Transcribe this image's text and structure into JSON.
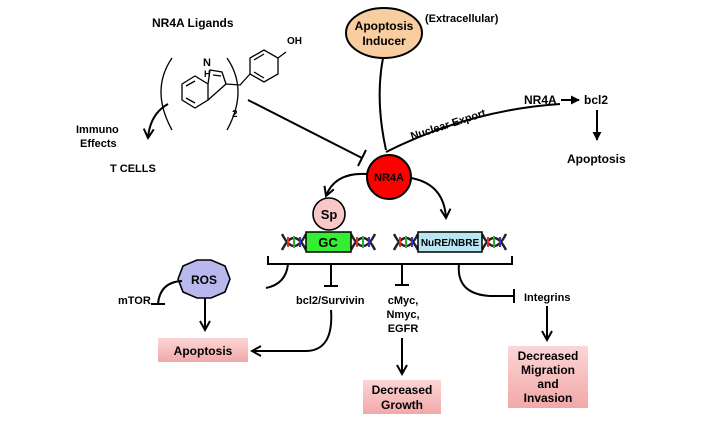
{
  "ligands": {
    "title": "NR4A Ligands",
    "nh": "N",
    "h": "H",
    "oh": "OH",
    "subscript": "2"
  },
  "inducer": {
    "line1": "Apoptosis",
    "line2": "Inducer",
    "note": "(Extracellular)"
  },
  "immuno": {
    "line1": "Immuno",
    "line2": "Effects"
  },
  "tcells": "T CELLS",
  "nuclear_export": "Nuclear   Export",
  "nr4a_right": "NR4A",
  "bcl2_right": "bcl2",
  "apoptosis_right": "Apoptosis",
  "nr4a_center": "NR4A",
  "sp": "Sp",
  "gc": "GC",
  "nure": "NuRE/NBRE",
  "ros": "ROS",
  "mtor": "mTOR",
  "bcl2_survivin": "bcl2/Survivin",
  "cmyc": {
    "line1": "cMyc,",
    "line2": "Nmyc,",
    "line3": "EGFR"
  },
  "integrins": "Integrins",
  "outcome_apoptosis": "Apoptosis",
  "outcome_growth": {
    "line1": "Decreased",
    "line2": "Growth"
  },
  "outcome_migration": {
    "line1": "Decreased",
    "line2": "Migration",
    "line3": "and",
    "line4": "Invasion"
  },
  "colors": {
    "inducer_fill": "#f8cda0",
    "nr4a_fill": "#ff0000",
    "sp_fill": "#f8c8c8",
    "gc_fill": "#33ee33",
    "nure_fill": "#b8e6f2",
    "ros_fill": "#b8b8ee",
    "outcome_fill": "#f4b8b8"
  }
}
